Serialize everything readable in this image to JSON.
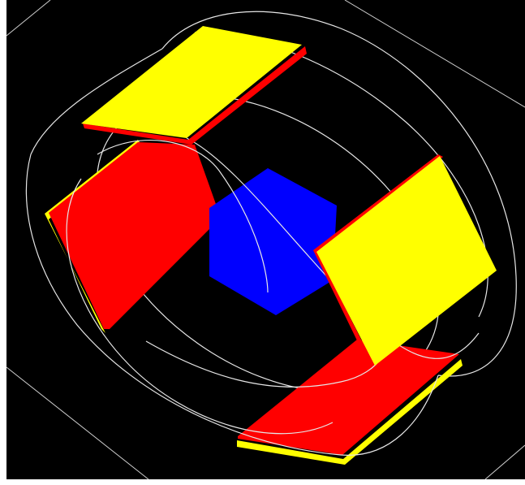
{
  "scene": {
    "background_color": "#000000",
    "border_color": "#ffffff",
    "wire_color": "#e6e6e6",
    "core_color": "#0000ff",
    "panel_primary_color": "#ffff00",
    "panel_secondary_color": "#ff0000",
    "panels": [
      {
        "name": "top",
        "face": "yellow",
        "edge": "red"
      },
      {
        "name": "right",
        "face": "yellow",
        "edge": "red"
      },
      {
        "name": "left",
        "face": "red",
        "edge": "yellow"
      },
      {
        "name": "bottom",
        "face": "red",
        "edge": "yellow"
      }
    ]
  }
}
